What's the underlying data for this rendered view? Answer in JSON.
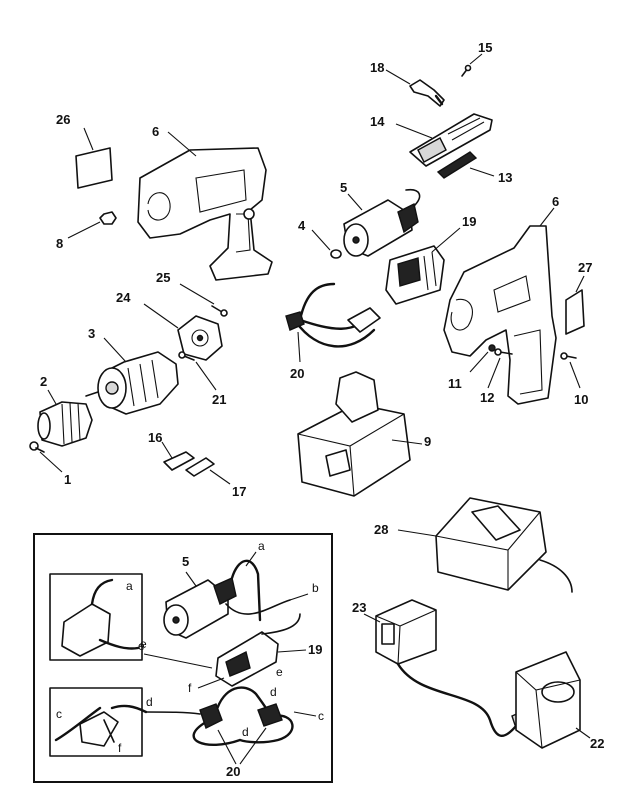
{
  "callouts": {
    "n1": "1",
    "n2": "2",
    "n3": "3",
    "n4": "4",
    "n5": "5",
    "n6a": "6",
    "n6b": "6",
    "n8": "8",
    "n9": "9",
    "n10": "10",
    "n11": "11",
    "n12": "12",
    "n13": "13",
    "n14": "14",
    "n15": "15",
    "n16": "16",
    "n17": "17",
    "n18": "18",
    "n19": "19",
    "n20": "20",
    "n21": "21",
    "n22": "22",
    "n23": "23",
    "n24": "24",
    "n25": "25",
    "n26": "26",
    "n27": "27",
    "n28": "28"
  },
  "inset": {
    "n5": "5",
    "n19": "19",
    "n20": "20",
    "a1": "a",
    "a2": "a",
    "b": "b",
    "c1": "c",
    "c2": "c",
    "d1": "d",
    "d2": "d",
    "e1": "e",
    "e2": "e",
    "f1": "f",
    "f2": "f"
  }
}
